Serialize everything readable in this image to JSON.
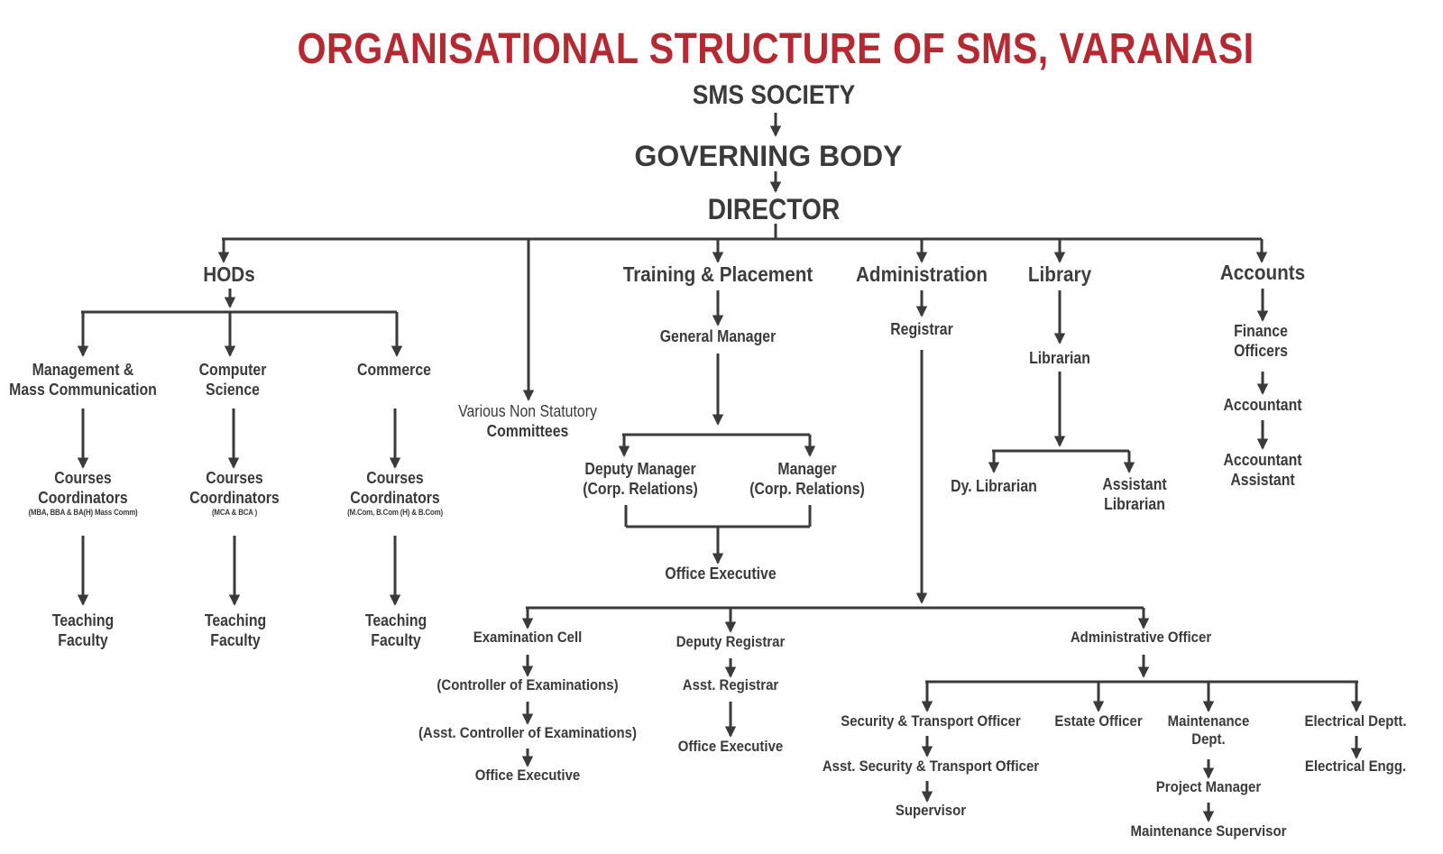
{
  "title": "ORGANISATIONAL STRUCTURE OF SMS, VARANASI",
  "nodes": {
    "society": "SMS SOCIETY",
    "governing_body": "GOVERNING BODY",
    "director": "DIRECTOR",
    "hods": "HODs",
    "mgmt_line1": "Management &",
    "mgmt_line2": "Mass Communication",
    "cs_line1": "Computer",
    "cs_line2": "Science",
    "commerce": "Commerce",
    "cc_line1": "Courses",
    "cc_line2": "Coordinators",
    "cc_mgmt_note": "(MBA, BBA & BA(H) Mass Comm)",
    "cc_cs_note": "(MCA & BCA )",
    "cc_com_note": "(M.Com, B.Com (H) & B.Com)",
    "tf_line1": "Teaching",
    "tf_line2": "Faculty",
    "committees_line1": "Various Non Statutory",
    "committees_line2": "Committees",
    "training": "Training & Placement",
    "general_manager": "General Manager",
    "dm_line1": "Deputy Manager",
    "dm_line2": "(Corp. Relations)",
    "mgr_line1": "Manager",
    "mgr_line2": "(Corp. Relations)",
    "office_executive": "Office Executive",
    "administration": "Administration",
    "registrar": "Registrar",
    "library": "Library",
    "librarian": "Librarian",
    "dy_librarian": "Dy. Librarian",
    "al_line1": "Assistant",
    "al_line2": "Librarian",
    "accounts": "Accounts",
    "fo_line1": "Finance",
    "fo_line2": "Officers",
    "accountant": "Accountant",
    "aa_line1": "Accountant",
    "aa_line2": "Assistant",
    "exam_cell": "Examination Cell",
    "controller": "(Controller of Examinations)",
    "asst_controller": "(Asst. Controller of Examinations)",
    "deputy_registrar": "Deputy Registrar",
    "asst_registrar": "Asst. Registrar",
    "admin_officer": "Administrative Officer",
    "security_officer": "Security & Transport Officer",
    "asst_security": "Asst. Security & Transport Officer",
    "supervisor": "Supervisor",
    "estate_officer": "Estate Officer",
    "md_line1": "Maintenance",
    "md_line2": "Dept.",
    "project_manager": "Project Manager",
    "maintenance_supervisor": "Maintenance Supervisor",
    "electrical_deptt": "Electrical Deptt.",
    "electrical_engg": "Electrical Engg."
  },
  "colors": {
    "title": "#b52a32",
    "text": "#3a3a3a",
    "line": "#3a3a3a"
  }
}
